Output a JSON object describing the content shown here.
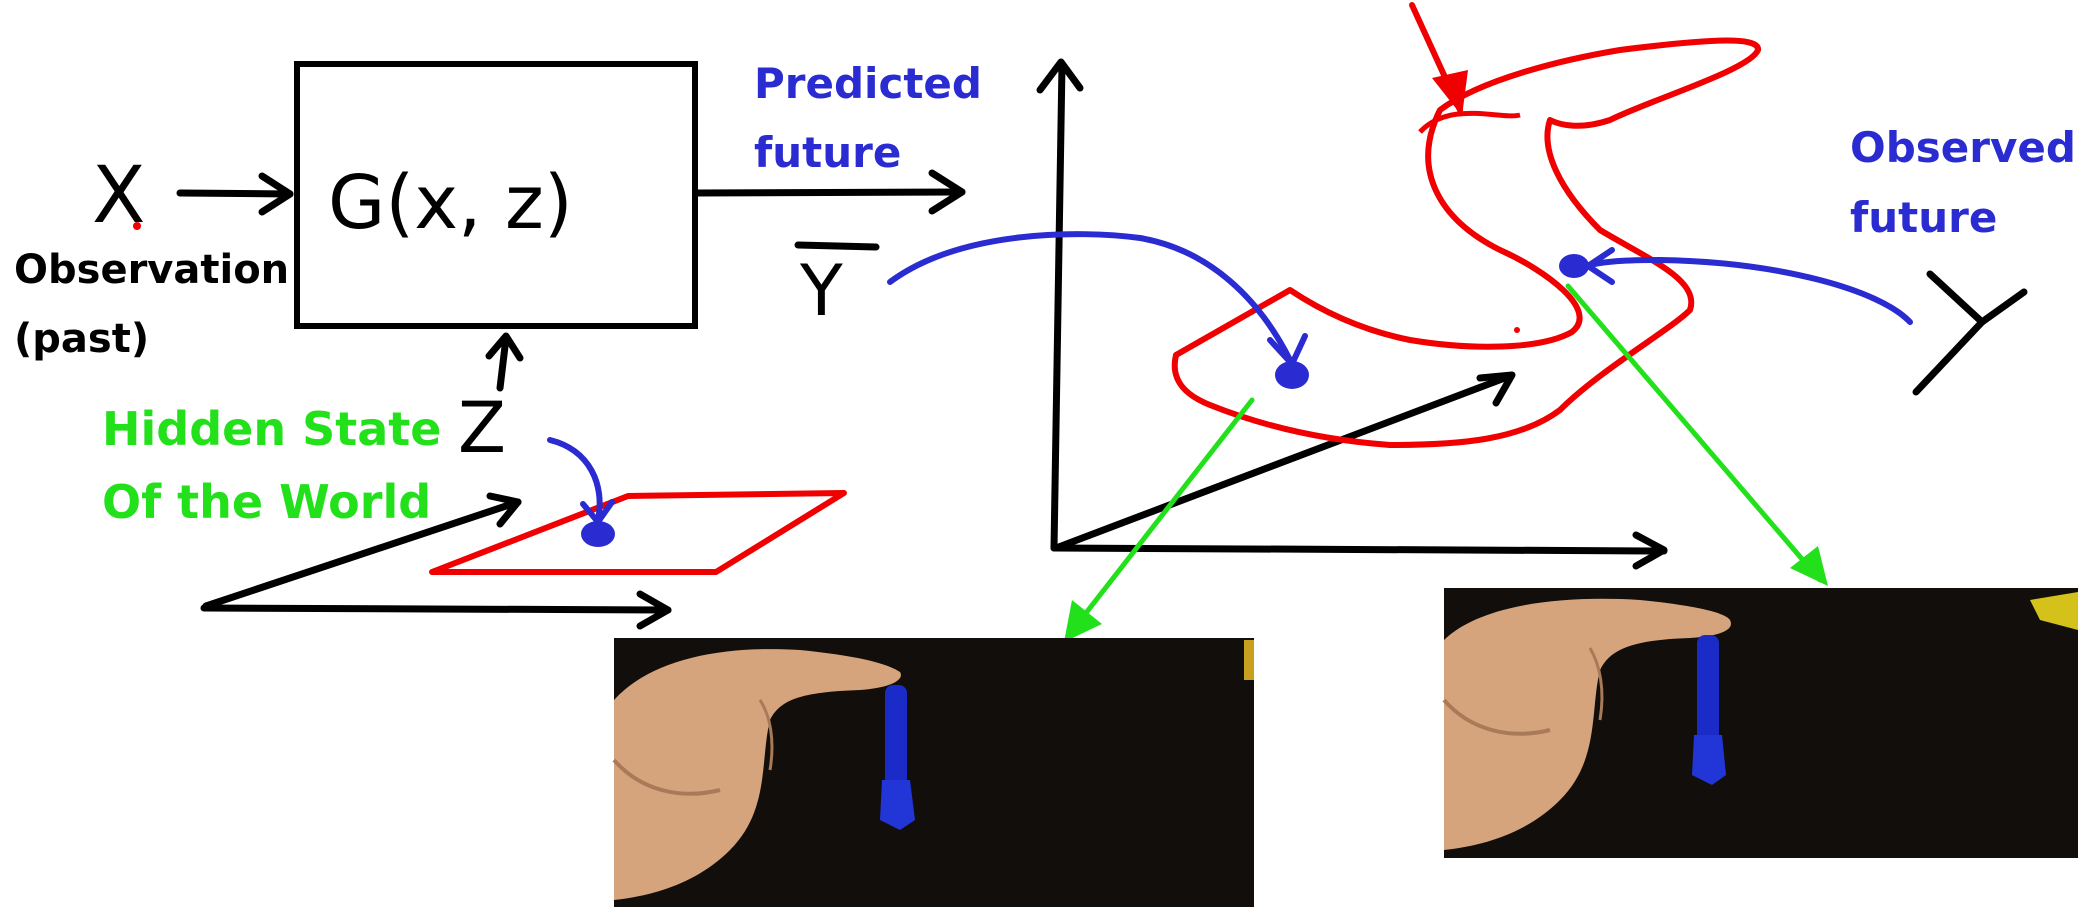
{
  "colors": {
    "black": "#000000",
    "blue": "#2a2bd0",
    "red": "#f00000",
    "green": "#22e01a",
    "photo_bg": "#120e0c",
    "skin": "#d6a47c",
    "pen": "#1a2bc8"
  },
  "diagram": {
    "input_symbol": "X",
    "input_label_line1": "Observation",
    "input_label_line2": "(past)",
    "function_label": "G(x, z)",
    "latent_symbol": "Z",
    "latent_label_line1": "Hidden State",
    "latent_label_line2": "Of the World",
    "prediction_label_line1": "Predicted",
    "prediction_label_line2": "future",
    "prediction_symbol": "Y",
    "observed_label_line1": "Observed",
    "observed_label_line2": "future",
    "observed_symbol": "Y"
  },
  "photos": [
    {
      "name": "predicted-future-photo",
      "content": "finger pressing blue pen upright on dark table"
    },
    {
      "name": "observed-future-photo",
      "content": "finger pressing blue pen upright on dark table"
    }
  ]
}
